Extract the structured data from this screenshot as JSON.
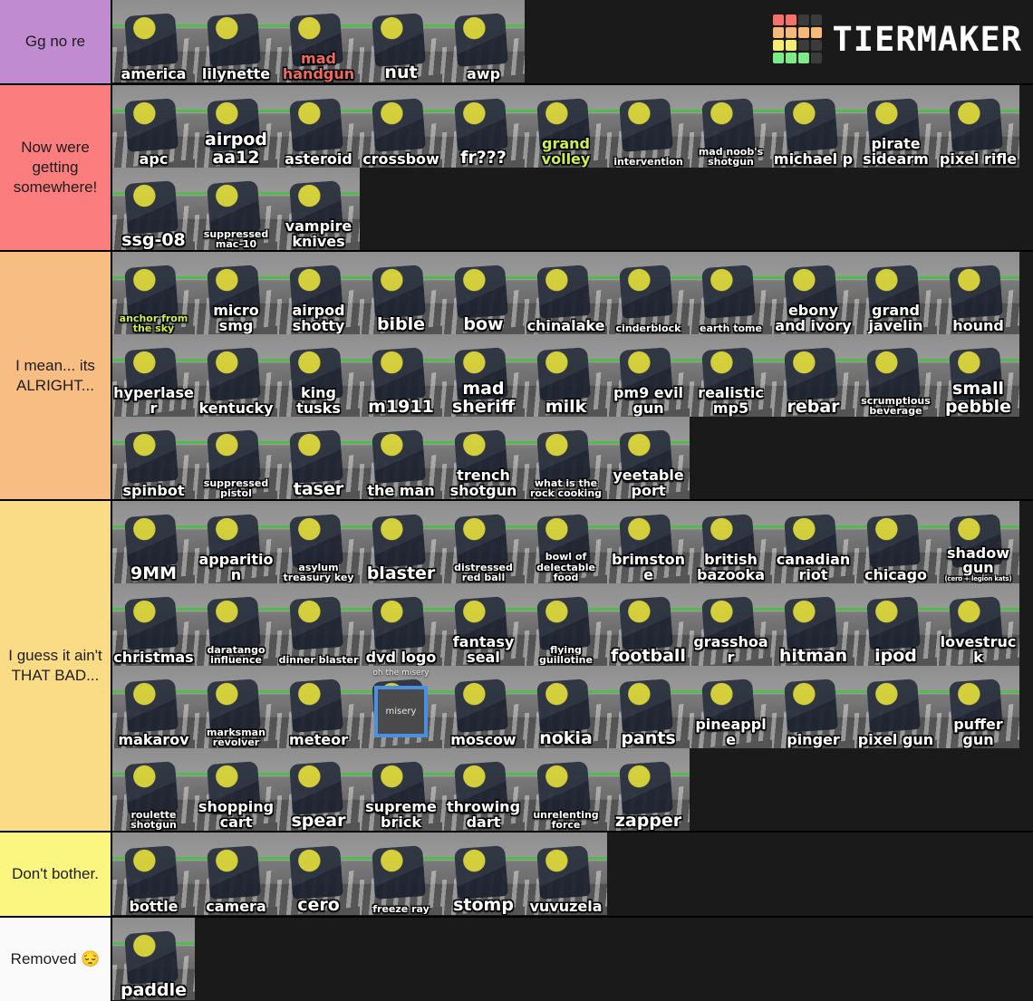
{
  "brand": {
    "name": "TIERMAKER",
    "logo_colors": {
      "red": "#f4726b",
      "orange": "#f7b977",
      "yellow": "#f6ec74",
      "green": "#7ceb87",
      "empty": "#3b3b3b"
    },
    "logo_grid": [
      [
        "red",
        "red",
        "empty",
        "empty"
      ],
      [
        "orange",
        "orange",
        "orange",
        "orange"
      ],
      [
        "yellow",
        "yellow",
        "empty",
        "empty"
      ],
      [
        "green",
        "green",
        "green",
        "empty"
      ]
    ]
  },
  "tiers": [
    {
      "label": "Gg no re",
      "color": "#c18bd2",
      "items": [
        {
          "name": "america",
          "size": "lg"
        },
        {
          "name": "lilynette",
          "size": "lg"
        },
        {
          "name": "mad handgun",
          "size": "lg",
          "accent": "red"
        },
        {
          "name": "nut",
          "size": "xl"
        },
        {
          "name": "awp",
          "size": "lg"
        }
      ]
    },
    {
      "label": "Now were getting somewhere!",
      "color": "#fc7d7d",
      "items": [
        {
          "name": "apc",
          "size": "lg"
        },
        {
          "name": "airpod aa12",
          "size": "xl"
        },
        {
          "name": "asteroid",
          "size": "lg"
        },
        {
          "name": "crossbow",
          "size": "lg"
        },
        {
          "name": "fr???",
          "size": "xl"
        },
        {
          "name": "grand volley",
          "size": "lg",
          "accent": "green"
        },
        {
          "name": "intervention",
          "size": "sm"
        },
        {
          "name": "mad noob's shotgun",
          "size": "sm"
        },
        {
          "name": "michael p",
          "size": "lg"
        },
        {
          "name": "pirate sidearm",
          "size": "lg"
        },
        {
          "name": "pixel rifle",
          "size": "lg"
        },
        {
          "name": "ssg-08",
          "size": "xl"
        },
        {
          "name": "suppressed mac-10",
          "size": "sm"
        },
        {
          "name": "vampire knives",
          "size": "lg"
        }
      ]
    },
    {
      "label": "I mean... its ALRIGHT...",
      "color": "#f8bd82",
      "items": [
        {
          "name": "anchor from the sky",
          "size": "sm",
          "accent": "green"
        },
        {
          "name": "micro smg",
          "size": "lg"
        },
        {
          "name": "airpod shotty",
          "size": "lg"
        },
        {
          "name": "bible",
          "size": "xl"
        },
        {
          "name": "bow",
          "size": "xl"
        },
        {
          "name": "chinalake",
          "size": "lg"
        },
        {
          "name": "cinderblock",
          "size": "sm"
        },
        {
          "name": "earth tome",
          "size": "sm"
        },
        {
          "name": "ebony and ivory",
          "size": "lg"
        },
        {
          "name": "grand javelin",
          "size": "lg"
        },
        {
          "name": "hound",
          "size": "lg"
        },
        {
          "name": "hyperlaser",
          "size": "lg"
        },
        {
          "name": "kentucky",
          "size": "lg"
        },
        {
          "name": "king tusks",
          "size": "lg"
        },
        {
          "name": "m1911",
          "size": "xl"
        },
        {
          "name": "mad sheriff",
          "size": "xl"
        },
        {
          "name": "milk",
          "size": "xl"
        },
        {
          "name": "pm9 evil gun",
          "size": "lg"
        },
        {
          "name": "realistic mp5",
          "size": "lg"
        },
        {
          "name": "rebar",
          "size": "xl"
        },
        {
          "name": "scrumptious beverage",
          "size": "sm"
        },
        {
          "name": "small pebble",
          "size": "xl"
        },
        {
          "name": "spinbot",
          "size": "lg"
        },
        {
          "name": "suppressed pistol",
          "size": "sm"
        },
        {
          "name": "taser",
          "size": "xl"
        },
        {
          "name": "the man",
          "size": "lg"
        },
        {
          "name": "trench shotgun",
          "size": "lg"
        },
        {
          "name": "what is the rock cooking",
          "size": "sm"
        },
        {
          "name": "yeetable port",
          "size": "lg"
        }
      ]
    },
    {
      "label": "I guess it ain't THAT BAD...",
      "color": "#f9dc85",
      "items": [
        {
          "name": "9MM",
          "size": "xl"
        },
        {
          "name": "apparition",
          "size": "lg"
        },
        {
          "name": "asylum treasury key",
          "size": "sm"
        },
        {
          "name": "blaster",
          "size": "xl"
        },
        {
          "name": "distressed red ball",
          "size": "sm"
        },
        {
          "name": "bowl of delectable food",
          "size": "sm"
        },
        {
          "name": "brimstone",
          "size": "lg"
        },
        {
          "name": "british bazooka",
          "size": "lg"
        },
        {
          "name": "canadian riot",
          "size": "lg"
        },
        {
          "name": "chicago",
          "size": "lg"
        },
        {
          "name": "shadow gun",
          "size": "lg",
          "sub": "(cero + legion kats)"
        },
        {
          "name": "christmas",
          "size": "lg"
        },
        {
          "name": "daratango influence",
          "size": "sm"
        },
        {
          "name": "dinner blaster",
          "size": "sm"
        },
        {
          "name": "dvd logo",
          "size": "lg"
        },
        {
          "name": "fantasy seal",
          "size": "lg"
        },
        {
          "name": "flying guillotine",
          "size": "sm"
        },
        {
          "name": "football",
          "size": "xl"
        },
        {
          "name": "grasshoar",
          "size": "lg"
        },
        {
          "name": "hitman",
          "size": "xl"
        },
        {
          "name": "ipod",
          "size": "xl"
        },
        {
          "name": "lovestruck",
          "size": "lg"
        },
        {
          "name": "makarov",
          "size": "lg"
        },
        {
          "name": "marksman revolver",
          "size": "sm"
        },
        {
          "name": "meteor",
          "size": "lg"
        },
        {
          "name": "misery",
          "size": "sm",
          "top": "oh the misery",
          "boxed": true
        },
        {
          "name": "moscow",
          "size": "lg"
        },
        {
          "name": "nokia",
          "size": "xl"
        },
        {
          "name": "pants",
          "size": "xl"
        },
        {
          "name": "pineapple",
          "size": "lg"
        },
        {
          "name": "pinger",
          "size": "lg"
        },
        {
          "name": "pixel gun",
          "size": "lg"
        },
        {
          "name": "puffer gun",
          "size": "lg"
        },
        {
          "name": "roulette shotgun",
          "size": "sm"
        },
        {
          "name": "shopping cart",
          "size": "lg"
        },
        {
          "name": "spear",
          "size": "xl"
        },
        {
          "name": "supreme brick",
          "size": "lg"
        },
        {
          "name": "throwing dart",
          "size": "lg"
        },
        {
          "name": "unrelenting force",
          "size": "sm"
        },
        {
          "name": "zapper",
          "size": "xl"
        }
      ]
    },
    {
      "label": "Don't bother.",
      "color": "#fbf67f",
      "items": [
        {
          "name": "bottle",
          "size": "lg"
        },
        {
          "name": "camera",
          "size": "lg"
        },
        {
          "name": "cero",
          "size": "xl"
        },
        {
          "name": "freeze ray",
          "size": "sm"
        },
        {
          "name": "stomp",
          "size": "xl"
        },
        {
          "name": "vuvuzela",
          "size": "lg"
        }
      ]
    },
    {
      "label": "Removed 😔",
      "color": "#fafafa",
      "items": [
        {
          "name": "paddle",
          "size": "xl"
        }
      ]
    }
  ]
}
